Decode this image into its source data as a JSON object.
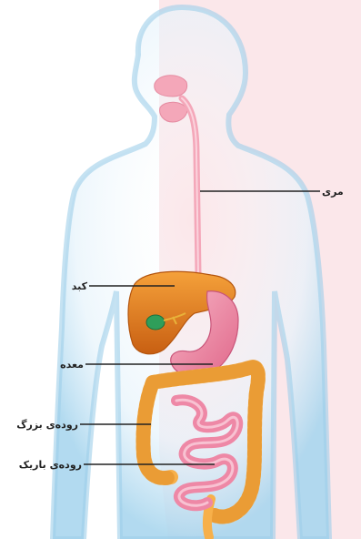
{
  "labels": {
    "esophagus": "مری",
    "liver": "کبد",
    "stomach": "معده",
    "large_intestine": "روده‌ی بزرگ",
    "small_intestine": "روده‌ی باریک"
  },
  "colors": {
    "background_right": "#fbe7ea",
    "body_outline": "#9ecfe9",
    "body_fill": "#d8edf8",
    "esophagus": "#f4a7b9",
    "liver": "#e07a1f",
    "gallbladder": "#2f9e5a",
    "stomach": "#f08aa6",
    "large_intestine": "#f7b04a",
    "small_intestine": "#ee88a6",
    "leader_line": "#222222"
  }
}
